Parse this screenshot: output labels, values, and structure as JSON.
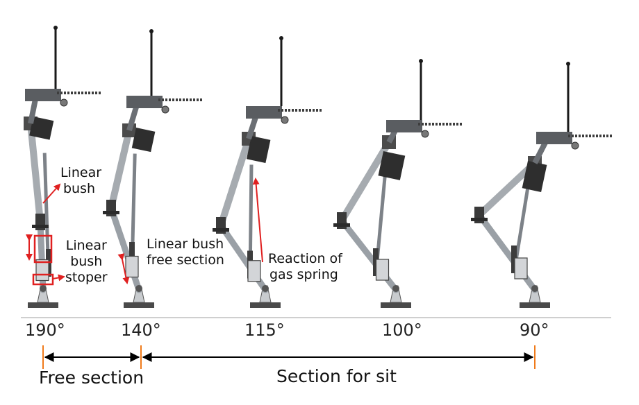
{
  "annotations": {
    "linear_bush": [
      "Linear",
      "bush"
    ],
    "linear_bush_stoper": [
      "Linear",
      "bush",
      "stoper"
    ],
    "linear_bush_free_section": [
      "Linear bush",
      "free section"
    ],
    "reaction_of_gas_spring": [
      "Reaction of",
      "gas spring"
    ]
  },
  "angles": [
    "190°",
    "140°",
    "115°",
    "100°",
    "90°"
  ],
  "sections": {
    "free": "Free section",
    "sit": "Section for sit"
  },
  "colors": {
    "annotation_red": "#e02020",
    "marker_orange": "#f07a1a",
    "arrow_black": "#000000",
    "metal_dark": "#3a3a3a",
    "metal_light": "#b8bcc0"
  }
}
